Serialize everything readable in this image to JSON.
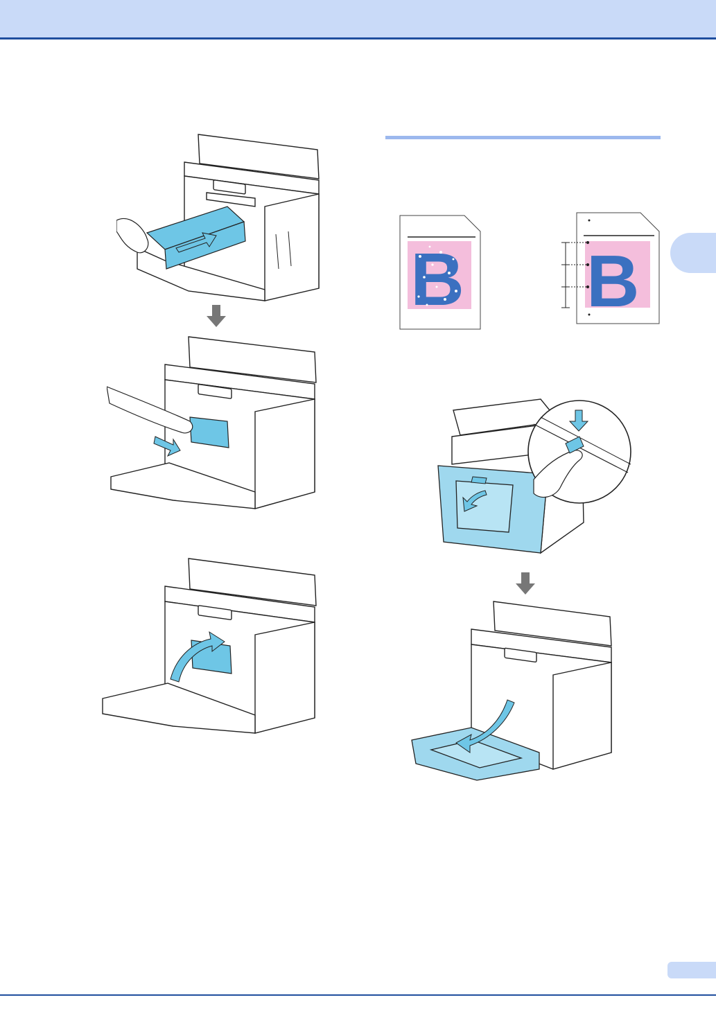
{
  "colors": {
    "header_band": "#c9daf8",
    "header_rule": "#1f4e9e",
    "section_rule": "#9cb8ee",
    "part_highlight": "#6ec6e6",
    "letter_blue": "#3b70c0",
    "letter_background_pink": "#f4bedc"
  },
  "figures": [
    {
      "id": "drum-unit-insert",
      "icons": [
        "printer-icon",
        "hand-icon",
        "drum-unit-icon",
        "push-arrow-icon"
      ]
    },
    {
      "id": "drum-unit-seat",
      "icons": [
        "printer-icon",
        "hand-icon",
        "drum-unit-icon",
        "down-arrow-icon"
      ]
    },
    {
      "id": "front-cover-close",
      "icons": [
        "printer-icon",
        "drum-unit-icon",
        "curved-arrow-icon"
      ]
    },
    {
      "id": "print-sample-white-spots",
      "icons": [
        "page-icon",
        "letter-b-icon"
      ]
    },
    {
      "id": "print-sample-spots-interval",
      "icons": [
        "page-icon",
        "letter-b-icon",
        "interval-marker-icon"
      ]
    },
    {
      "id": "front-cover-release",
      "icons": [
        "printer-icon",
        "hand-icon",
        "release-button-icon",
        "magnifier-circle-icon"
      ]
    },
    {
      "id": "front-cover-open",
      "icons": [
        "printer-icon",
        "front-cover-icon",
        "curved-arrow-icon"
      ]
    }
  ]
}
